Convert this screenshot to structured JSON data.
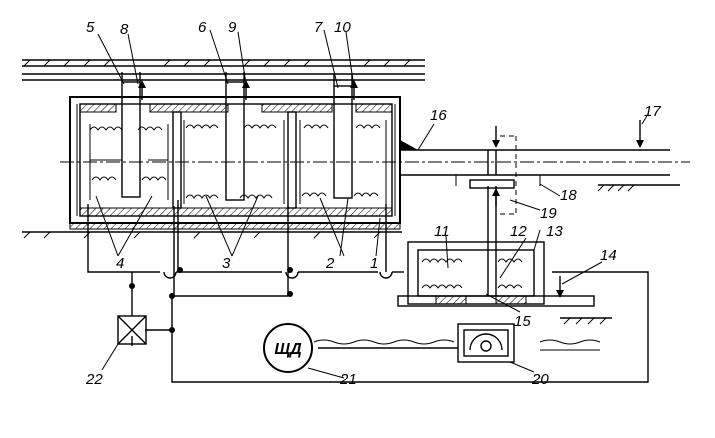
{
  "callouts": [
    "1",
    "2",
    "3",
    "4",
    "5",
    "6",
    "7",
    "8",
    "9",
    "10",
    "11",
    "12",
    "13",
    "14",
    "15",
    "16",
    "17",
    "18",
    "19",
    "20",
    "21",
    "22"
  ],
  "panel_label": "ЩД"
}
